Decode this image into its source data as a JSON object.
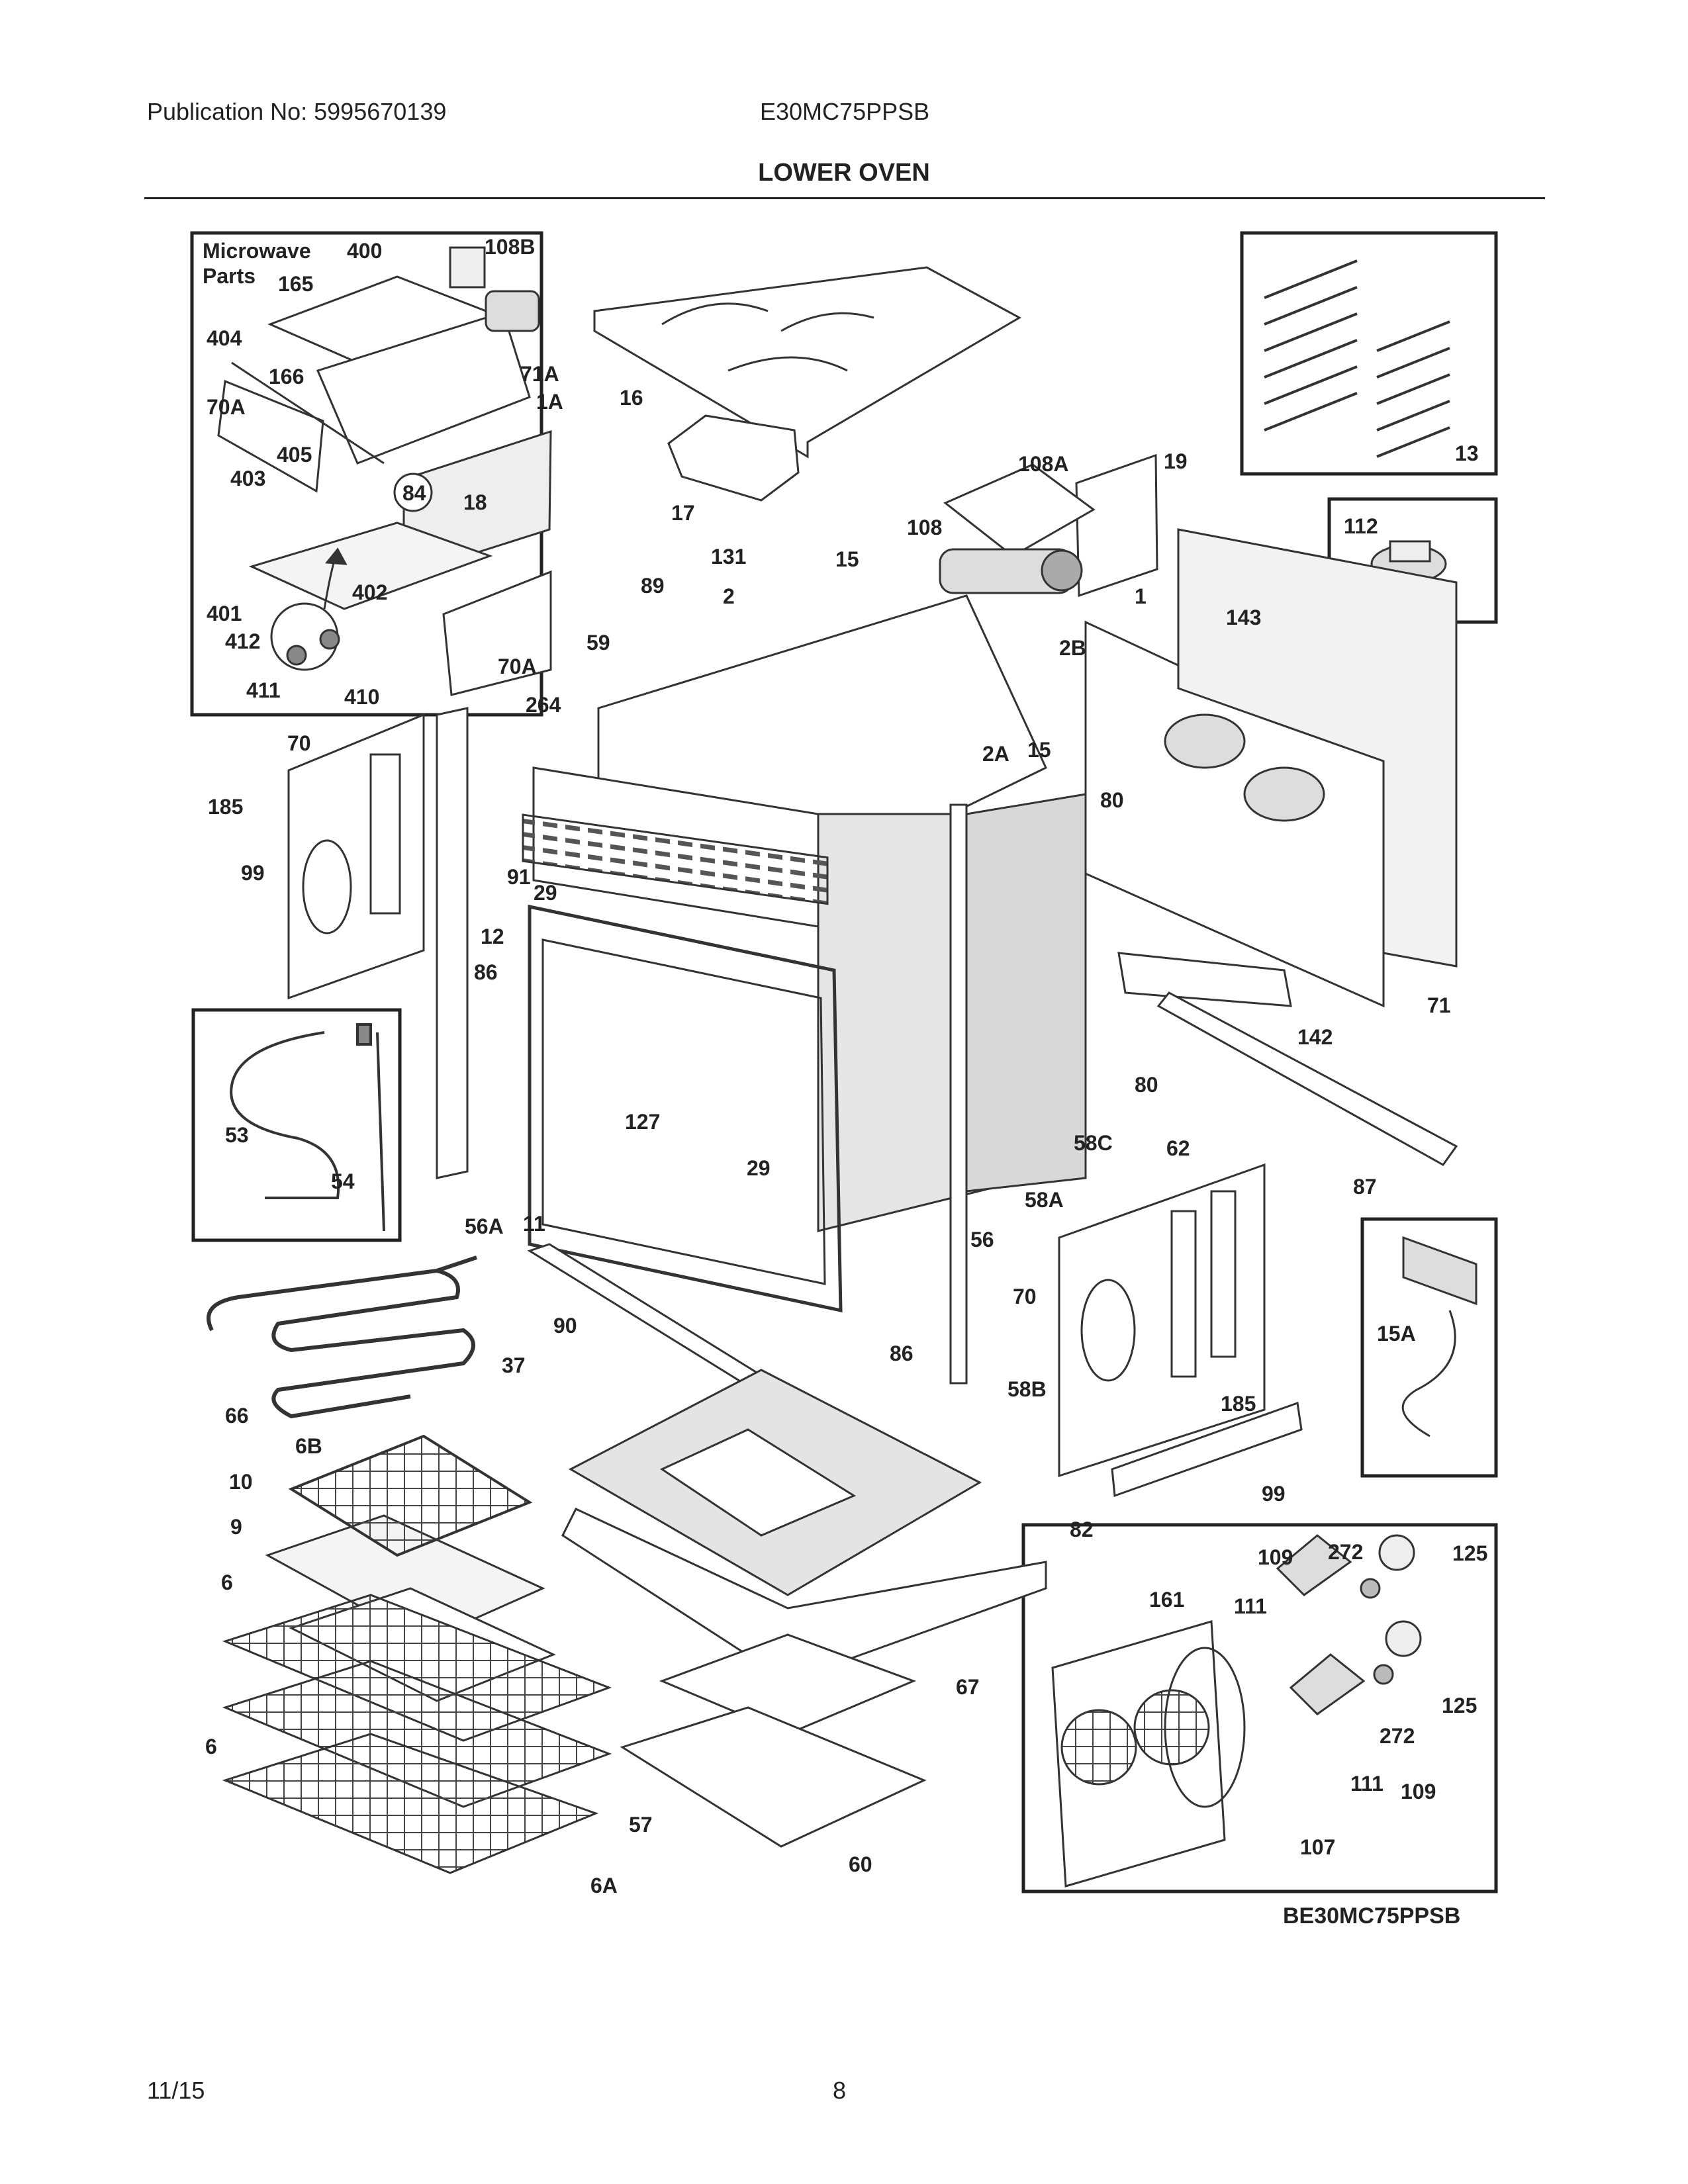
{
  "header": {
    "publication": "Publication No: 5995670139",
    "model": "E30MC75PPSB"
  },
  "title": "LOWER OVEN",
  "diagram": {
    "inset_label_line1": "Microwave",
    "inset_label_line2": "Parts",
    "code": "BE30MC75PPSB",
    "callouts": {
      "c400": "400",
      "c108B": "108B",
      "c165": "165",
      "c404": "404",
      "c166": "166",
      "c71A": "71A",
      "c70A_top": "70A",
      "c1A": "1A",
      "c405": "405",
      "c403": "403",
      "c84": "84",
      "c18": "18",
      "c402": "402",
      "c401": "401",
      "c412": "412",
      "c411": "411",
      "c410": "410",
      "c70A_bot": "70A",
      "c16": "16",
      "c17": "17",
      "c108A": "108A",
      "c19": "19",
      "c13": "13",
      "c112": "112",
      "c108": "108",
      "c131": "131",
      "c15a": "15",
      "c89": "89",
      "c2": "2",
      "c1": "1",
      "c143": "143",
      "c2B": "2B",
      "c59": "59",
      "c264": "264",
      "c70_left": "70",
      "c185_left": "185",
      "c2A": "2A",
      "c15b": "15",
      "c80a": "80",
      "c91": "91",
      "c29a": "29",
      "c99_left": "99",
      "c12": "12",
      "c86a": "86",
      "c71": "71",
      "c142": "142",
      "c80b": "80",
      "c127": "127",
      "c53": "53",
      "c29b": "29",
      "c58C": "58C",
      "c62": "62",
      "c54": "54",
      "c87": "87",
      "c58A": "58A",
      "c56A": "56A",
      "c11": "11",
      "c56": "56",
      "c70_right": "70",
      "c15A": "15A",
      "c90": "90",
      "c86b": "86",
      "c37": "37",
      "c66": "66",
      "c58B": "58B",
      "c185_right": "185",
      "c6B": "6B",
      "c10": "10",
      "c99_right": "99",
      "c9": "9",
      "c82": "82",
      "c109a": "109",
      "c272a": "272",
      "c125a": "125",
      "c6a": "6",
      "c161": "161",
      "c111a": "111",
      "c67": "67",
      "c125b": "125",
      "c6b": "6",
      "c272b": "272",
      "c111b": "111",
      "c109b": "109",
      "c57": "57",
      "c107": "107",
      "c60": "60",
      "c6A": "6A"
    }
  },
  "footer": {
    "date": "11/15",
    "page": "8"
  }
}
